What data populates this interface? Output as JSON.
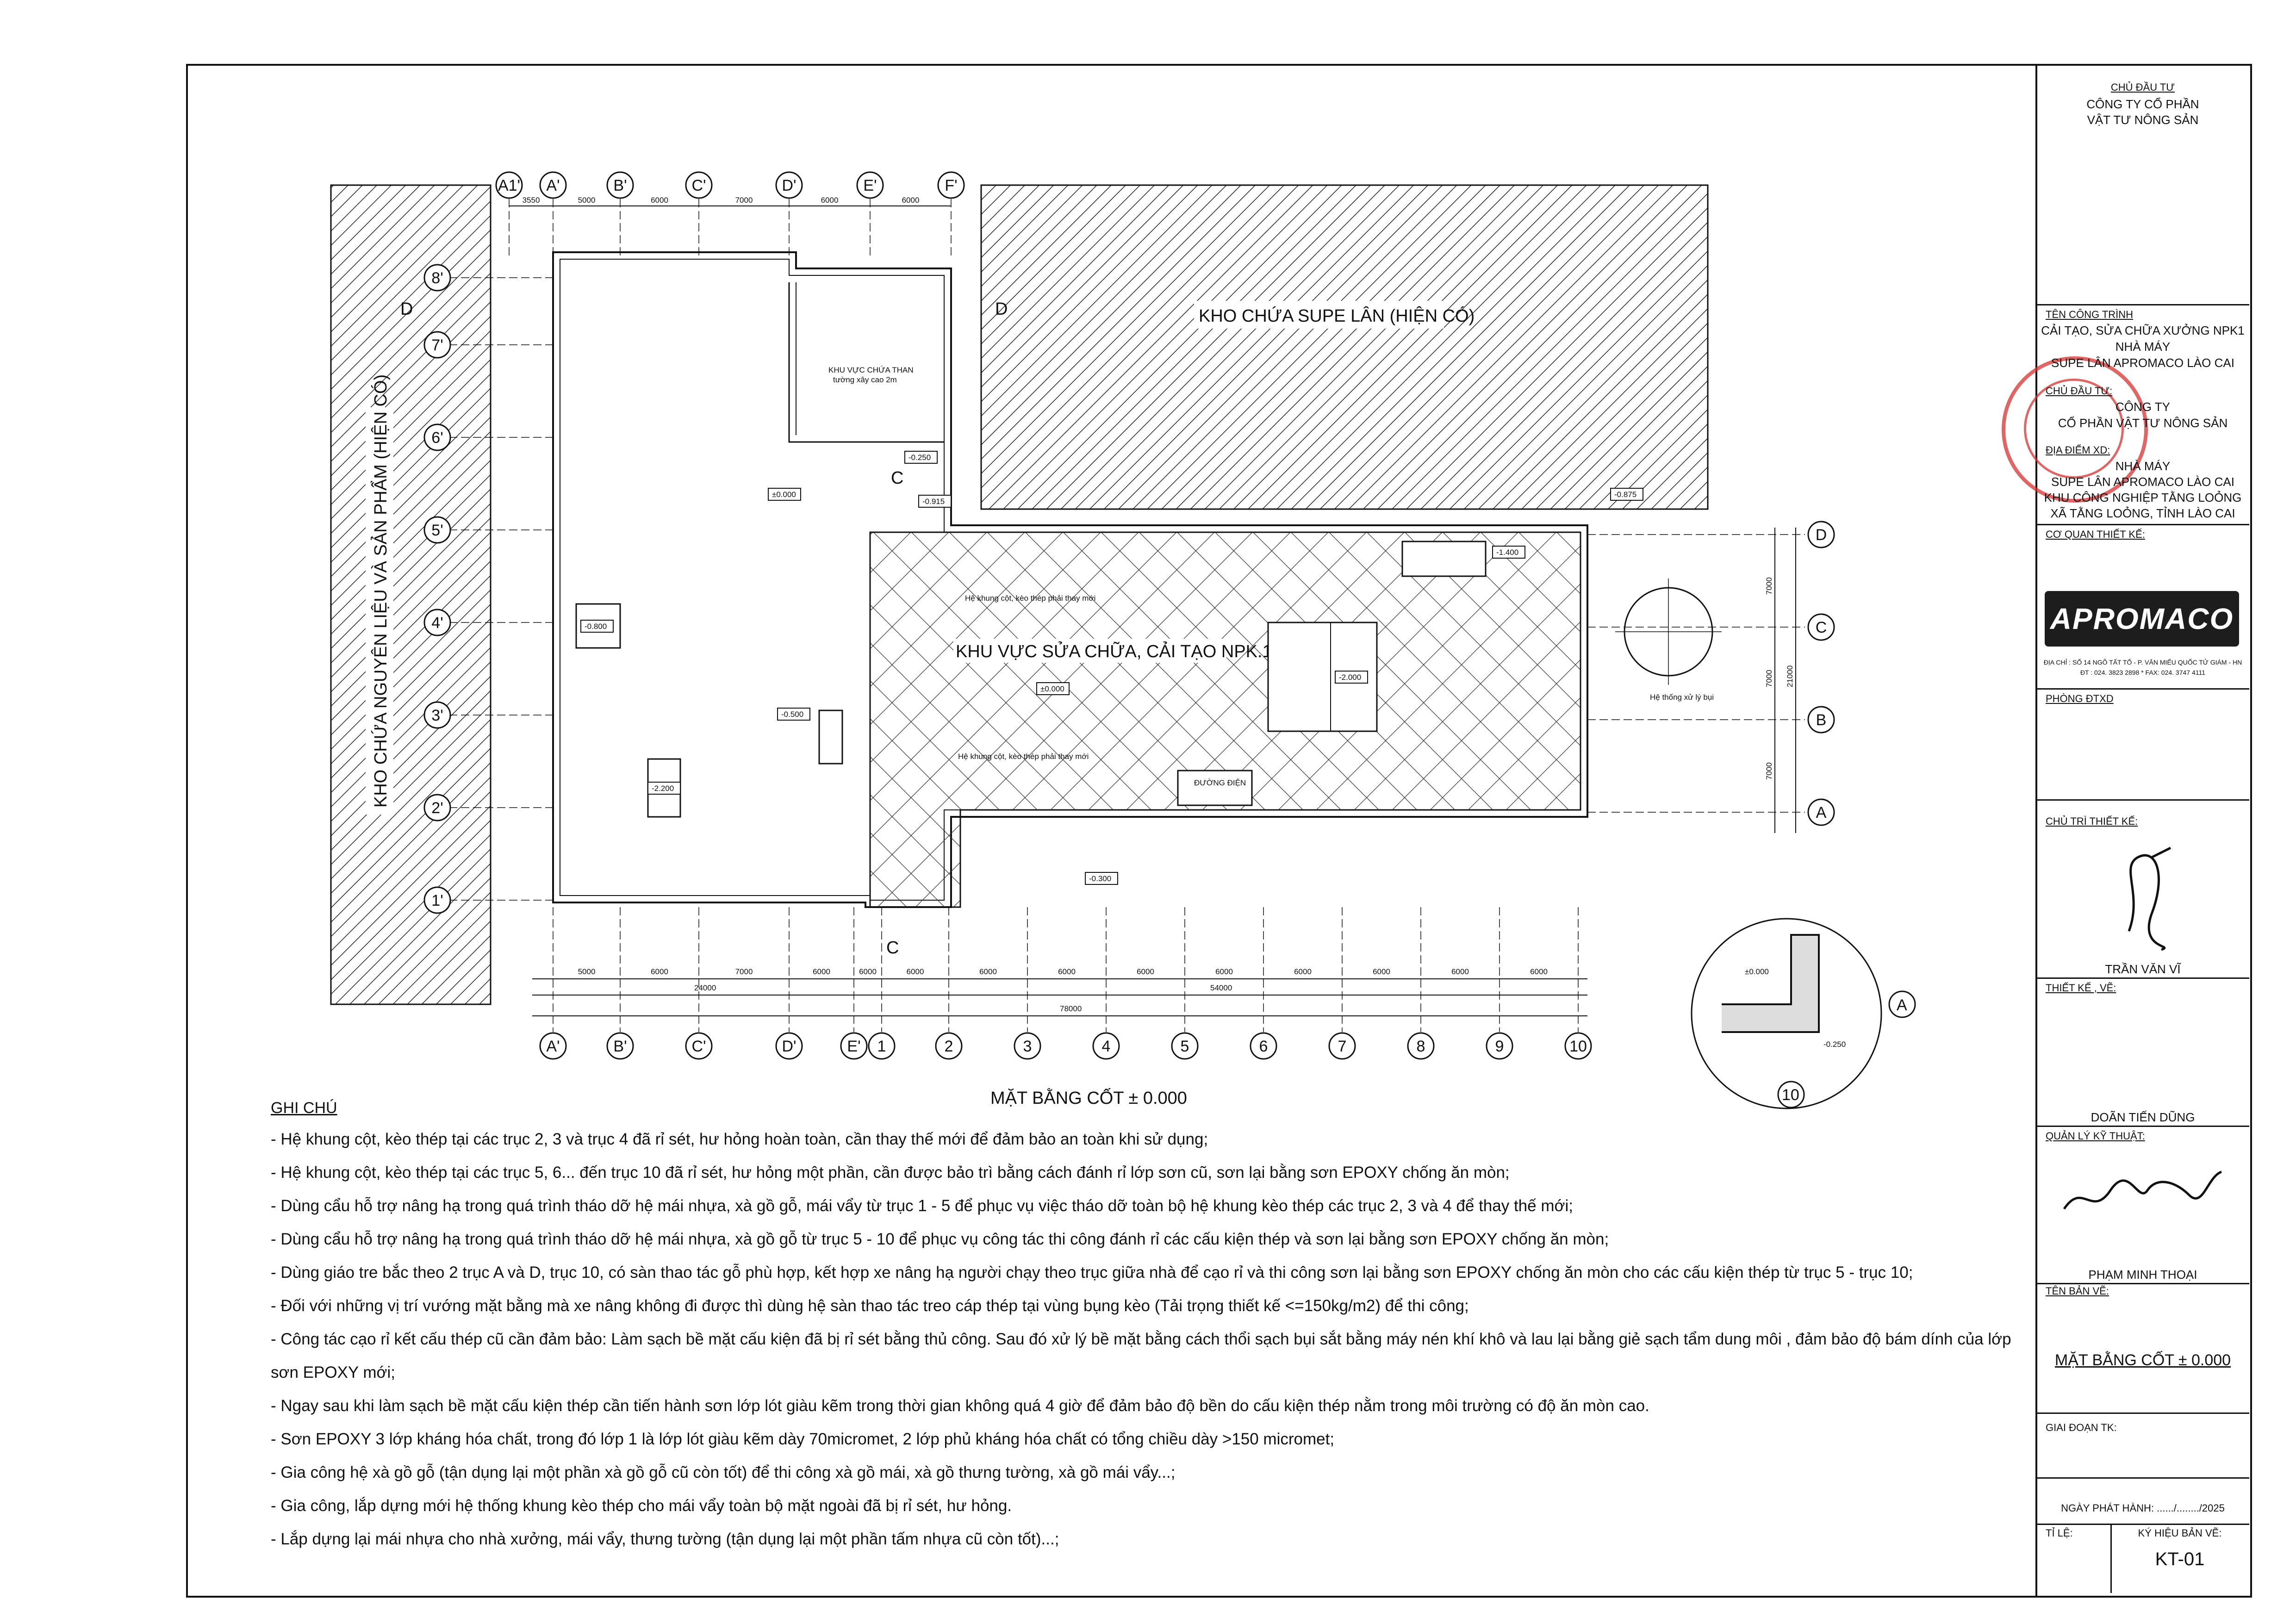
{
  "drawing": {
    "title": "MẶT BẰNG CỐT ± 0.000",
    "labels": {
      "supe_store": "KHO CHỨA SUPE LÂN (HIỆN CÓ)",
      "raw_store": "KHO CHỨA NGUYÊN LIỆU VÀ SẢN PHẨM (HIỆN CÓ)",
      "repair_area": "KHU VỰC SỬA CHỮA, CẢI TẠO NPK.1",
      "coal_area": "KHU VỰC CHỨA THAN",
      "coal_wall": "tường xây cao 2m",
      "steel_replace_1": "Hệ khung cột, kèo thép phải thay mới",
      "steel_replace_2": "Hệ khung cột, kèo thép phải thay mới",
      "road": "ĐƯỜNG ĐIỆN",
      "dust_system": "Hệ thống xử lý bụi",
      "section_d": "D",
      "section_c": "C"
    },
    "grid_top": [
      "A1'",
      "A'",
      "B'",
      "C'",
      "D'",
      "E'",
      "F'"
    ],
    "grid_top_dims": [
      "3550",
      "5000",
      "6000",
      "7000",
      "6000",
      "6000"
    ],
    "grid_bottom": [
      "A'",
      "B'",
      "C'",
      "D'",
      "E'",
      "1",
      "2",
      "3",
      "4",
      "5",
      "6",
      "7",
      "8",
      "9",
      "10"
    ],
    "grid_left": [
      "8'",
      "7'",
      "6'",
      "5'",
      "4'",
      "3'",
      "2'",
      "1'"
    ],
    "grid_right": [
      "D",
      "C",
      "B",
      "A"
    ],
    "bottom_dims": [
      "5000",
      "6000",
      "7000",
      "6000",
      "6000",
      "6000",
      "6000",
      "6000",
      "6000",
      "6000",
      "6000",
      "6000",
      "6000",
      "6000"
    ],
    "total_dims": [
      "24000",
      "54000",
      "78000"
    ],
    "right_dims": [
      "7000",
      "7000",
      "7000",
      "21000"
    ],
    "levels": [
      "±0.000",
      "±0.000",
      "-0.800",
      "-2.200",
      "-0.500",
      "-0.300",
      "-2.000",
      "-1.400",
      "-0.250",
      "-0.915",
      "-0.875",
      "±0.000",
      "-0.250"
    ],
    "detail_axes": [
      "A",
      "10"
    ]
  },
  "notes": {
    "heading": "GHI CHÚ",
    "items": [
      "- Hệ khung cột, kèo thép tại các trục 2, 3 và trục 4 đã rỉ sét, hư hỏng hoàn toàn, cần thay thế mới để đảm bảo an toàn khi sử dụng;",
      "- Hệ khung cột, kèo thép tại các trục 5, 6... đến trục 10 đã rỉ sét, hư hỏng một phần, cần được bảo trì bằng cách đánh rỉ lớp sơn cũ, sơn lại bằng sơn EPOXY chống ăn mòn;",
      "- Dùng cẩu hỗ trợ nâng hạ trong quá trình tháo dỡ hệ mái nhựa, xà gồ gỗ, mái vẩy từ trục 1 - 5 để phục vụ việc tháo dỡ toàn bộ hệ khung kèo thép các trục 2, 3 và 4 để thay thế mới;",
      "- Dùng cẩu hỗ trợ nâng hạ trong quá trình tháo dỡ hệ mái nhựa, xà gồ gỗ từ trục 5 - 10 để phục vụ công tác thi công đánh rỉ các cấu kiện thép và sơn lại bằng sơn EPOXY chống ăn mòn;",
      "- Dùng giáo tre bắc theo 2 trục A và D, trục 10, có sàn thao tác gỗ phù hợp, kết hợp xe nâng hạ người chạy theo trục giữa nhà để cạo rỉ và thi công sơn lại bằng sơn EPOXY chống ăn mòn cho các cấu kiện thép từ trục 5 - trục 10;",
      "- Đối với những vị trí vướng mặt bằng mà xe nâng không đi được thì dùng hệ sàn thao tác treo cáp thép tại vùng bụng kèo (Tải trọng thiết kế <=150kg/m2) để thi công;",
      "- Công tác cạo rỉ kết cấu thép cũ cần đảm bảo: Làm sạch bề mặt cấu kiện đã bị rỉ sét bằng thủ công. Sau đó xử lý bề mặt bằng cách thổi sạch bụi sắt bằng  máy nén khí khô và lau lại bằng giẻ sạch tẩm dung môi , đảm bảo độ bám dính của lớp sơn EPOXY mới;",
      "- Ngay sau khi làm sạch bề mặt cấu kiện thép cần tiến hành sơn lớp lót giàu kẽm trong thời gian không quá 4 giờ để đảm bảo độ bền do cấu kiện thép nằm trong môi trường có độ ăn mòn cao.",
      "- Sơn EPOXY 3 lớp kháng hóa chất, trong đó lớp 1 là lớp lót giàu kẽm dày 70micromet, 2 lớp phủ kháng hóa chất có tổng chiều dày >150 micromet;",
      "- Gia công hệ xà gồ gỗ (tận dụng lại một phần xà gồ gỗ cũ còn tốt) để thi công xà gồ mái, xà gồ thưng tường, xà gồ mái vẩy...;",
      "- Gia công, lắp dựng mới hệ thống khung kèo thép cho mái vẩy toàn bộ mặt ngoài đã bị rỉ sét, hư hỏng.",
      "- Lắp dựng lại mái nhựa cho nhà xưởng, mái vẩy, thưng tường (tận dụng lại một phần tấm nhựa cũ còn tốt)...;"
    ]
  },
  "title_block": {
    "owner_label": "CHỦ ĐẦU TƯ",
    "owner_line1": "CÔNG TY CỔ PHẦN",
    "owner_line2": "VẬT TƯ NÔNG SẢN",
    "project_label": "TÊN CÔNG TRÌNH",
    "project_line1": "CẢI TẠO, SỬA CHỮA XƯỞNG NPK1",
    "project_line2": "NHÀ MÁY",
    "project_line3": "SUPE LÂN APROMACO LÀO CAI",
    "investor_label": "CHỦ ĐẦU TƯ:",
    "investor_line1": "CÔNG TY",
    "investor_line2": "CỔ PHẦN VẬT TƯ NÔNG SẢN",
    "site_label": "ĐỊA ĐIỂM XD:",
    "site_line1": "NHÀ MÁY",
    "site_line2": "SUPE LÂN APROMACO LÀO CAI",
    "site_line3": "KHU CÔNG NGHIỆP TẰNG LOỎNG",
    "site_line4": "XÃ TẰNG LOỎNG, TỈNH LÀO CAI",
    "designer_org_label": "CƠ QUAN THIẾT KẾ:",
    "logo": "APROMACO",
    "address": "ĐỊA CHỈ : SỐ 14 NGÕ TẤT TỐ - P. VĂN MIẾU QUỐC TỬ GIÁM - HN",
    "phone": "ĐT : 024. 3823 2898 * FAX: 024. 3747 4111",
    "dept": "PHÒNG ĐTXD",
    "chief_label": "CHỦ TRÌ THIẾT KẾ:",
    "chief_name": "TRẦN VĂN VĨ",
    "design_label": "THIẾT KẾ , VẼ:",
    "design_name": "DOÃN TIẾN DŨNG",
    "tech_label": "QUẢN LÝ KỸ THUẬT:",
    "tech_name": "PHẠM MINH THOẠI",
    "sheet_name_label": "TÊN BẢN VẼ:",
    "sheet_name": "MẶT BẰNG CỐT ± 0.000",
    "phase_label": "GIAI ĐOẠN TK:",
    "issue_date": "NGÀY PHÁT HÀNH: ....../......../2025",
    "scale_label": "TỈ LỆ:",
    "code_label": "KÝ HIỆU BẢN VẼ:",
    "code": "KT-01"
  }
}
